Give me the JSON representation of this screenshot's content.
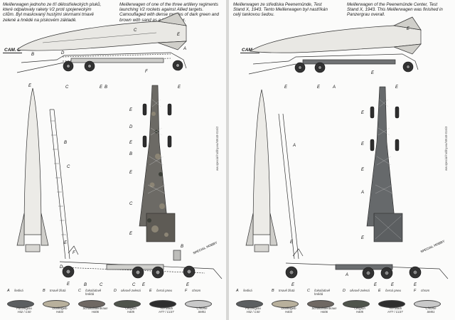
{
  "left": {
    "caption_cz": "Meillerwagen jednoho ze tří dělostřeleckých pluků,\nkteré odpalovaly rakety V2 proti spojeneckým\ncílům. Byl maskovaný hustými skvrnami tmavě\nzelené a hnědé na pískovém základě.",
    "caption_en": "Meillerwagen of one of the three artillery regiments\nlaunching V2 rockets against Allied targets.\nCamouflaged with dense mottles of dark green and\nbrown with sand as a base colour.",
    "cam": "CAM. B",
    "side_labels": [
      "E",
      "A",
      "C",
      "B",
      "D",
      "E",
      "F",
      "B",
      "C",
      "E"
    ],
    "top_labels": [
      "E",
      "D",
      "E",
      "B",
      "E",
      "C",
      "E"
    ],
    "bottom_labels": [
      "E",
      "B",
      "C",
      "E",
      "F",
      "D",
      "E",
      "B",
      "C",
      "E",
      "C",
      "B",
      "E"
    ],
    "note": "ww.special-hobby.eu/MK48-016/2"
  },
  "right": {
    "caption_cz": "Meillerwagen ze střediska Peenemünde, Test\nStand X, 1943. Tento Meillerwagen byl nastříkán\ncelý tankovou šedou.",
    "caption_en": "Meillerwagen of the Peenemünde Center, Test\nStand X, 1943. This Meillerwagen was finished in\nPanzergrau overall.",
    "cam": "CAM. C",
    "side_labels": [
      "E",
      "E",
      "E",
      "A",
      "E",
      "E"
    ],
    "top_labels": [
      "E",
      "E",
      "E",
      "A",
      "E"
    ],
    "bottom_labels": [
      "A",
      "E",
      "E",
      "E",
      "E",
      "A",
      "E"
    ],
    "note": "ww.special-hobby.eu/MK48-016/3"
  },
  "logo": "SPECIAL HOBBY",
  "legend": [
    {
      "code": "A",
      "cz": "šedivá",
      "de": "Panzergrau",
      "ref": "H32 / C40",
      "color": "#5c5f61"
    },
    {
      "code": "B",
      "cz": "tmavě žlutá",
      "de": "Dunkelgelb",
      "ref": "H403",
      "color": "#b8b09c"
    },
    {
      "code": "C",
      "cz": "čokoládově hnědá",
      "de": "Schokoladenbraun",
      "ref": "H406",
      "color": "#6f6863"
    },
    {
      "code": "D",
      "cz": "olivově zelená",
      "de": "Olivgrün",
      "ref": "H405",
      "color": "#4f544c"
    },
    {
      "code": "E",
      "cz": "černá pneu",
      "de": "Tire Black",
      "ref": "H77 / C137",
      "color": "#2e2e2e"
    },
    {
      "code": "F",
      "cz": "chrom",
      "de": "Chrome",
      "ref": "SM01",
      "color": "#c9c9c9"
    }
  ]
}
